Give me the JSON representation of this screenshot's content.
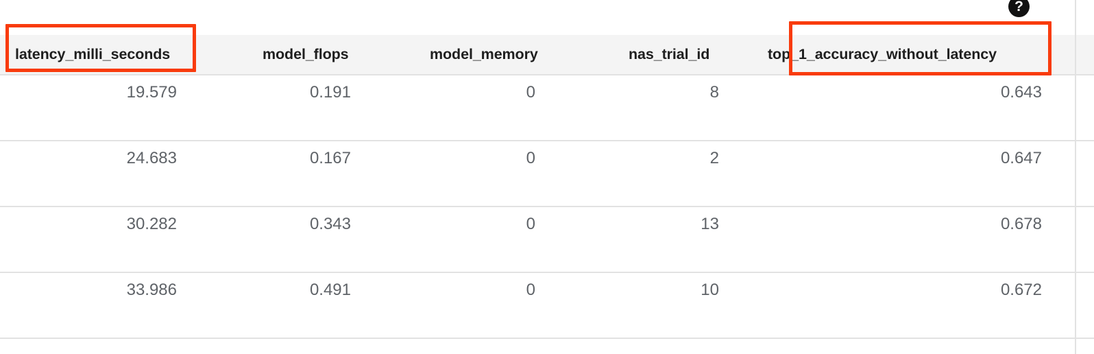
{
  "help": {
    "icon": "help-icon",
    "glyph": "?"
  },
  "annotations": {
    "color": "#f93b0c",
    "boxes": [
      {
        "target": "latency_milli_seconds-header"
      },
      {
        "target": "top_1_accuracy_without_latency-header"
      }
    ]
  },
  "table": {
    "columns": [
      {
        "key": "latency_milli_seconds",
        "label": "latency_milli_seconds",
        "align": "right"
      },
      {
        "key": "model_flops",
        "label": "model_flops",
        "align": "right"
      },
      {
        "key": "model_memory",
        "label": "model_memory",
        "align": "right"
      },
      {
        "key": "nas_trial_id",
        "label": "nas_trial_id",
        "align": "right"
      },
      {
        "key": "top_1_accuracy_without_latency",
        "label": "top_1_accuracy_without_latency",
        "align": "right"
      }
    ],
    "rows": [
      {
        "latency_milli_seconds": "19.579",
        "model_flops": "0.191",
        "model_memory": "0",
        "nas_trial_id": "8",
        "top_1_accuracy_without_latency": "0.643"
      },
      {
        "latency_milli_seconds": "24.683",
        "model_flops": "0.167",
        "model_memory": "0",
        "nas_trial_id": "2",
        "top_1_accuracy_without_latency": "0.647"
      },
      {
        "latency_milli_seconds": "30.282",
        "model_flops": "0.343",
        "model_memory": "0",
        "nas_trial_id": "13",
        "top_1_accuracy_without_latency": "0.678"
      },
      {
        "latency_milli_seconds": "33.986",
        "model_flops": "0.491",
        "model_memory": "0",
        "nas_trial_id": "10",
        "top_1_accuracy_without_latency": "0.672"
      }
    ]
  },
  "colors": {
    "header_background": "#f4f4f4",
    "header_text": "#1f1f1f",
    "cell_text": "#5f6368",
    "divider": "#e2e2e2",
    "annotation": "#f93b0c",
    "help_icon_background": "#121212"
  }
}
